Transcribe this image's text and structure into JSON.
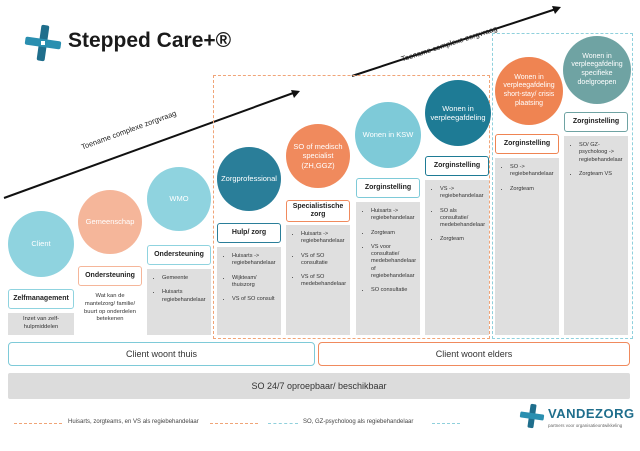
{
  "title": "Stepped Care+®",
  "arrows": {
    "lower": "Toename complexe zorgvraag",
    "upper": "Toename complexe zorgvraag"
  },
  "colors": {
    "client": "#8fd3df",
    "gemeenschap": "#f5b69a",
    "wmo": "#8fd3df",
    "zorgprofessional": "#2a7e99",
    "so_specialist": "#f08a5d",
    "ksw": "#7ecad8",
    "verpleegafdeling": "#1e7b95",
    "shortstay": "#ef8452",
    "doelgroepen": "#6fa3a3",
    "orange_frame": "#f0a477",
    "teal_frame": "#8fd0dc"
  },
  "steps": [
    {
      "circle": "Client",
      "header": "Zelfmanagement",
      "items": [
        "Inzet van zelf-hulpmiddelen"
      ]
    },
    {
      "circle": "Gemeenschap",
      "header": "Ondersteuning",
      "items": [
        "Wat kan de mantelzorg/ familie/ buurt op onderdelen betekenen"
      ]
    },
    {
      "circle": "WMO",
      "header": "Ondersteuning",
      "items": [
        "Gemeente",
        "Huisarts regiebehandelaar"
      ]
    },
    {
      "circle": "Zorgprofessional",
      "header": "Hulp/ zorg",
      "items": [
        "Huisarts -> regiebehandelaar",
        "Wijkteam/ thuiszorg",
        "VS of SO consult"
      ]
    },
    {
      "circle": "SO of medisch specialist (ZH,GGZ)",
      "header": "Specialistische zorg",
      "items": [
        "Huisarts -> regiebehandelaar",
        "VS of SO consultatie",
        "VS of SO medebehandelaar"
      ]
    },
    {
      "circle": "Wonen in KSW",
      "header": "Zorginstelling",
      "items": [
        "Huisarts -> regiebehandelaar",
        "Zorgteam",
        "VS voor consultatie/ medebehandelaar of regiebehandelaar",
        "SO consultatie"
      ]
    },
    {
      "circle": "Wonen in verpleegafdeling",
      "header": "Zorginstelling",
      "items": [
        "VS -> regiebehandelaar",
        "SO als consultatie/ medebehandelaar",
        "Zorgteam"
      ]
    },
    {
      "circle": "Wonen in verpleegafdeling short-stay/ crisis plaatsing",
      "header": "Zorginstelling",
      "items": [
        "SO -> regiebehandelaar",
        "Zorgteam"
      ]
    },
    {
      "circle": "Wonen in verpleegafdeling specifieke doelgroepen",
      "header": "Zorginstelling",
      "items": [
        "SO/ GZ-psycholoog -> regiebehandelaar",
        "Zorgteam VS"
      ]
    }
  ],
  "bottom_bars": {
    "thuis": "Client woont thuis",
    "elders": "Client woont elders",
    "so247": "SO 24/7 oproepbaar/ beschikbaar"
  },
  "legend": {
    "orange": "Huisarts, zorgteams, en VS als regiebehandelaar",
    "teal": "SO, GZ-psycholoog als regiebehandelaar"
  },
  "logo": {
    "name": "VANDEZORG",
    "tagline": "partners voor organisatieontwikkeling"
  }
}
